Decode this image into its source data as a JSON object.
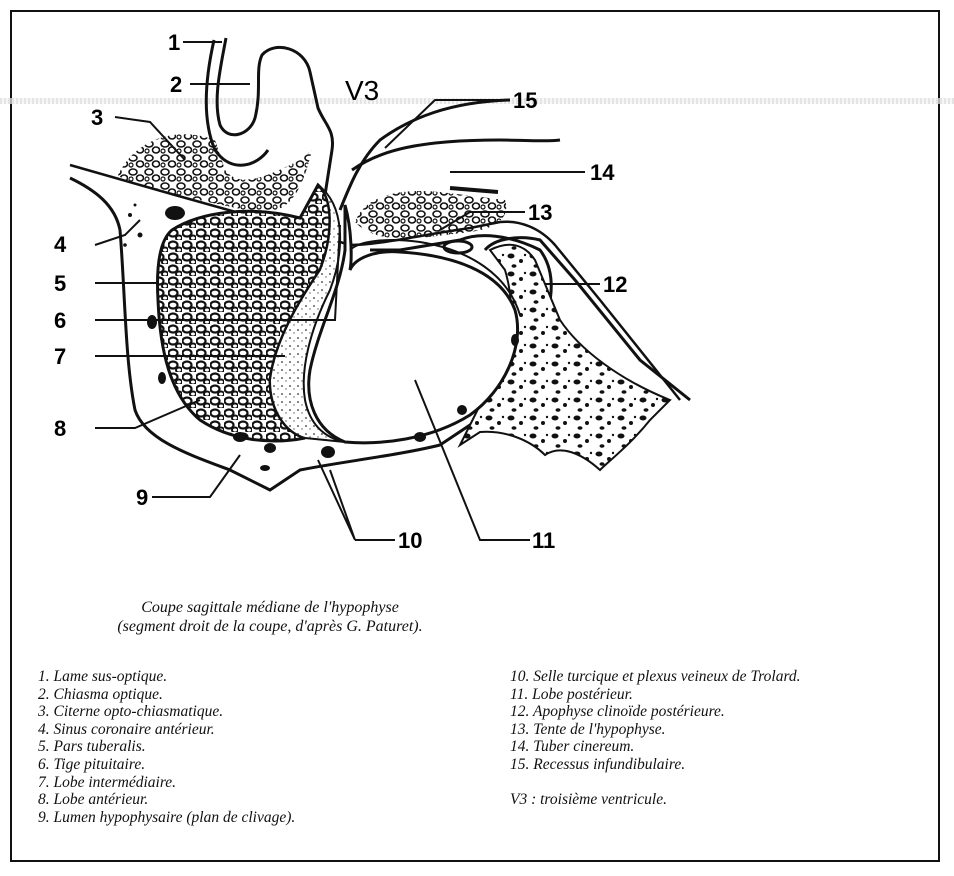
{
  "labels": {
    "l1": "1",
    "l2": "2",
    "l3": "3",
    "l4": "4",
    "l5": "5",
    "l6": "6",
    "l7": "7",
    "l8": "8",
    "l9": "9",
    "l10": "10",
    "l11": "11",
    "l12": "12",
    "l13": "13",
    "l14": "14",
    "l15": "15",
    "v3": "V3"
  },
  "caption": {
    "line1": "Coupe sagittale médiane de l'hypophyse",
    "line2": "(segment droit de la coupe, d'après G. Paturet)."
  },
  "legend_left": [
    "1. Lame sus-optique.",
    "2. Chiasma optique.",
    "3. Citerne opto-chiasmatique.",
    "4. Sinus coronaire antérieur.",
    "5. Pars tuberalis.",
    "6. Tige pituitaire.",
    "7. Lobe intermédiaire.",
    "8. Lobe antérieur.",
    "9. Lumen hypophysaire (plan de clivage)."
  ],
  "legend_right": [
    "10. Selle turcique et plexus veineux de Trolard.",
    "11. Lobe postérieur.",
    "12. Apophyse clinoïde postérieure.",
    "13. Tente de l'hypophyse.",
    "14. Tuber cinereum.",
    "15. Recessus infundibulaire.",
    "",
    "V3 : troisième ventricule."
  ]
}
